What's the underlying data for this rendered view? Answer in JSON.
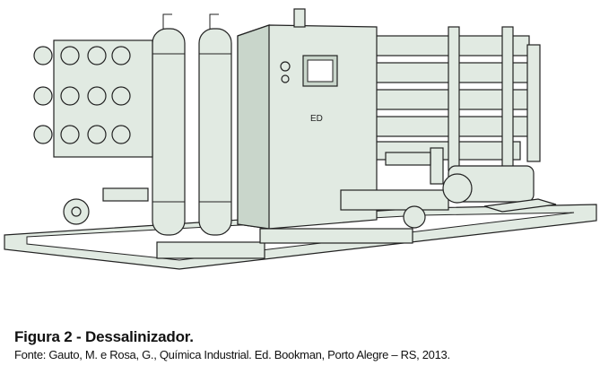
{
  "caption": {
    "title": "Figura  2 - Dessalinizador.",
    "source": "Fonte: Gauto, M. e Rosa, G., Química Industrial.  Ed. Bookman,  Porto Alegre – RS, 2013."
  },
  "figure": {
    "subject": "desalination-unit-illustration",
    "fill_color": "#e1eae2",
    "stroke_color": "#222222"
  }
}
